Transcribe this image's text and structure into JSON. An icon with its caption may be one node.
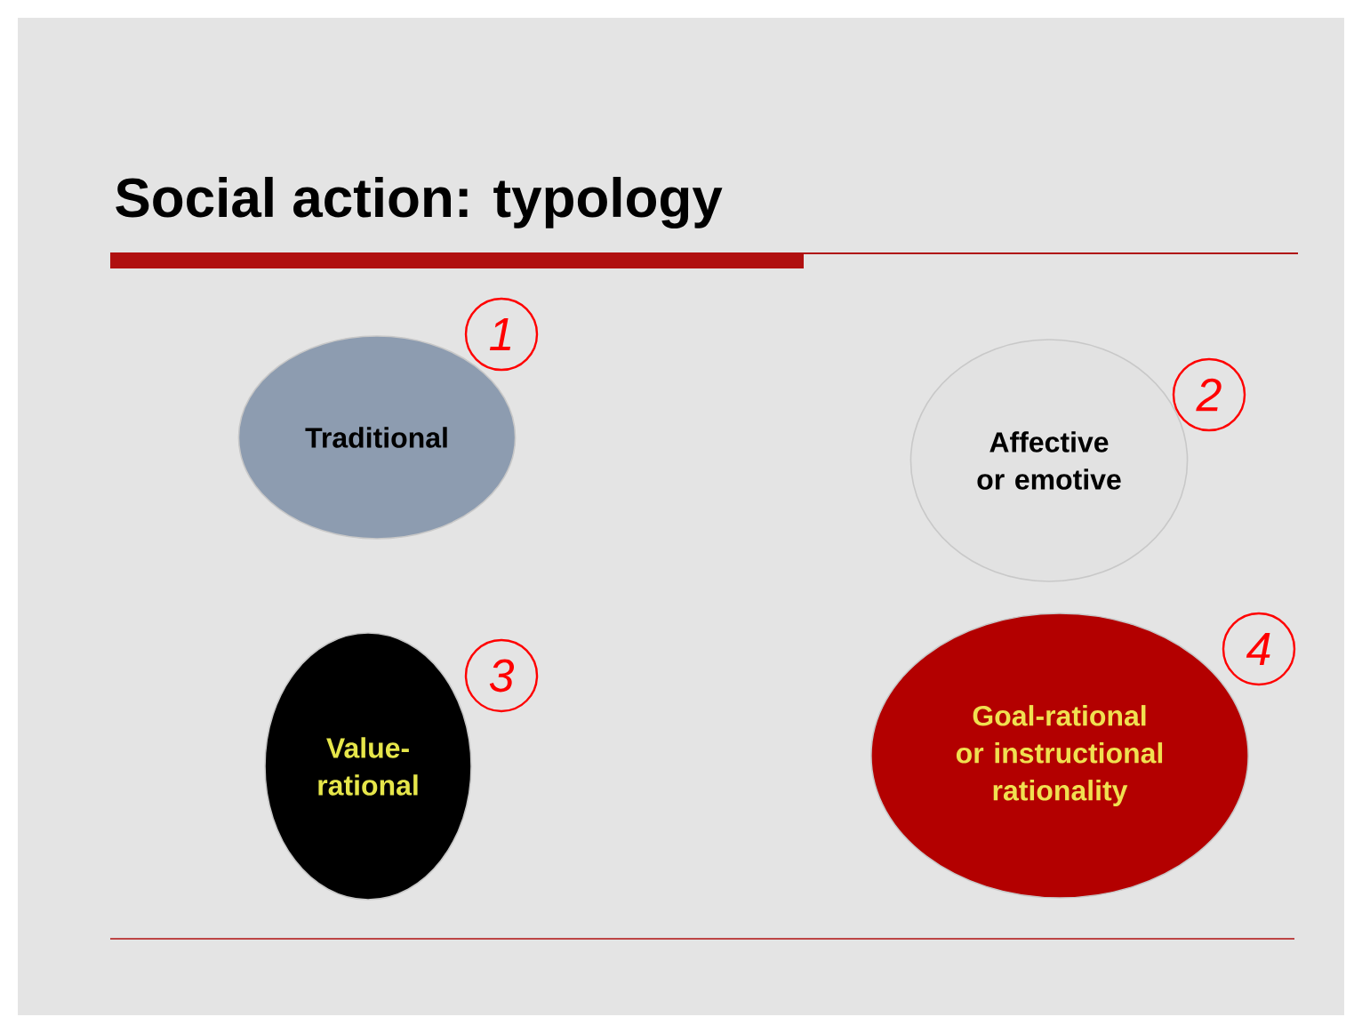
{
  "diagram": {
    "title": "Social action: typology",
    "nodes": [
      {
        "text": [
          "Traditional"
        ],
        "beside": [
          "1"
        ]
      },
      {
        "text": [
          "Affective or emotive"
        ],
        "beside": [
          "2"
        ]
      },
      {
        "text": [
          "Value-rational"
        ],
        "beside": [
          "3"
        ]
      },
      {
        "text": [
          "Goal-rational or instructional rationality"
        ],
        "beside": [
          "4"
        ]
      }
    ]
  }
}
